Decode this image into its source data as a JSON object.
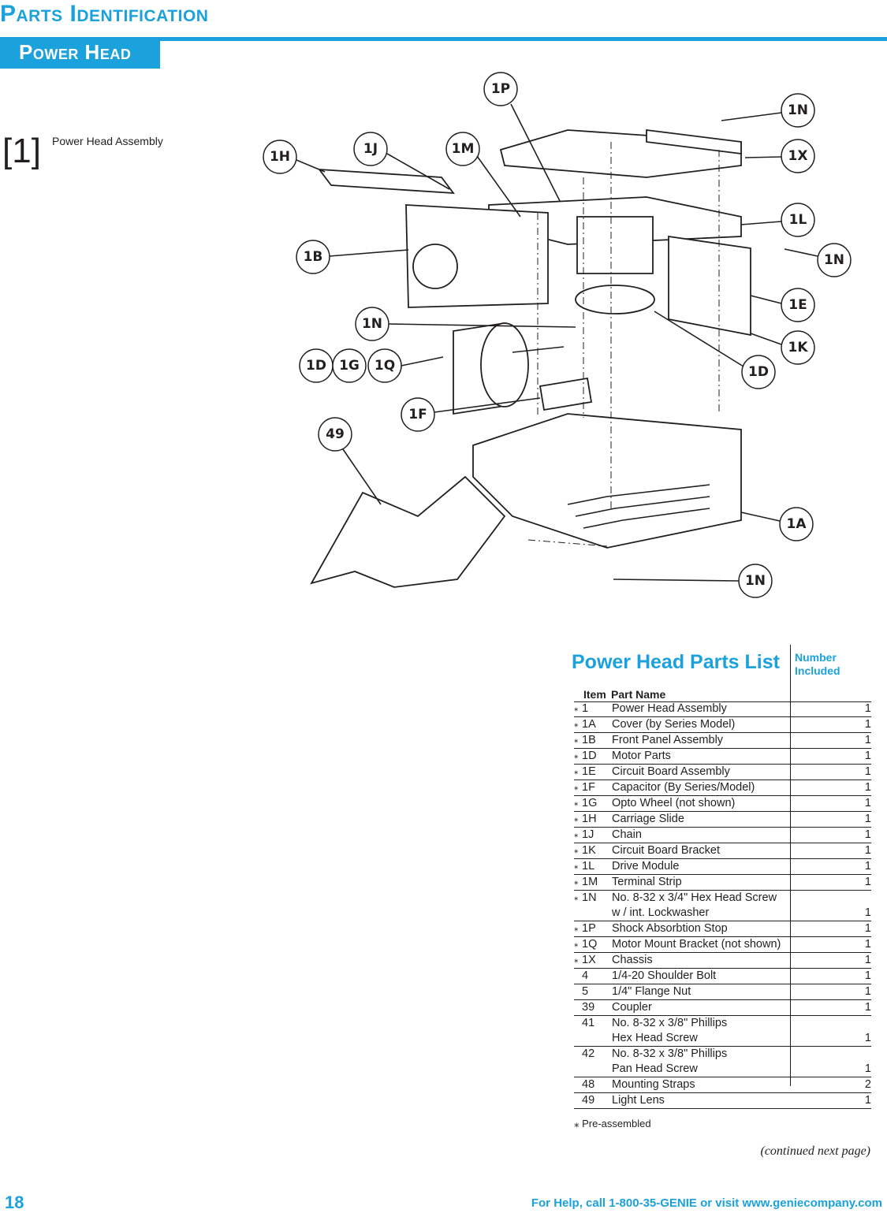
{
  "header": {
    "title": "Parts Identification",
    "section": "Power Head"
  },
  "assembly": {
    "ref": "[1]",
    "label": "Power Head Assembly"
  },
  "callouts": [
    "1P",
    "1N",
    "1X",
    "1H",
    "1J",
    "1M",
    "1L",
    "1B",
    "1N",
    "1E",
    "1N",
    "1K",
    "1D",
    "1G",
    "1Q",
    "1D",
    "1F",
    "49",
    "1A",
    "1N"
  ],
  "parts_list": {
    "title": "Power Head Parts List",
    "number_included_label": [
      "Number",
      "Included"
    ],
    "col_item": "Item",
    "col_part": "Part Name",
    "star_symbol": "⁎",
    "rows": [
      {
        "star": true,
        "item": "1",
        "name": [
          "Power Head Assembly"
        ],
        "qty": "1"
      },
      {
        "star": true,
        "item": "1A",
        "name": [
          "Cover (by Series Model)"
        ],
        "qty": "1"
      },
      {
        "star": true,
        "item": "1B",
        "name": [
          "Front Panel Assembly"
        ],
        "qty": "1"
      },
      {
        "star": true,
        "item": "1D",
        "name": [
          "Motor Parts"
        ],
        "qty": "1"
      },
      {
        "star": true,
        "item": "1E",
        "name": [
          "Circuit Board Assembly"
        ],
        "qty": "1"
      },
      {
        "star": true,
        "item": "1F",
        "name": [
          "Capacitor (By Series/Model)"
        ],
        "qty": "1"
      },
      {
        "star": true,
        "item": "1G",
        "name": [
          "Opto Wheel (not shown)"
        ],
        "qty": "1"
      },
      {
        "star": true,
        "item": "1H",
        "name": [
          "Carriage Slide"
        ],
        "qty": "1"
      },
      {
        "star": true,
        "item": "1J",
        "name": [
          "Chain"
        ],
        "qty": "1"
      },
      {
        "star": true,
        "item": "1K",
        "name": [
          "Circuit Board Bracket"
        ],
        "qty": "1"
      },
      {
        "star": true,
        "item": "1L",
        "name": [
          "Drive  Module"
        ],
        "qty": "1"
      },
      {
        "star": true,
        "item": "1M",
        "name": [
          "Terminal Strip"
        ],
        "qty": "1"
      },
      {
        "star": true,
        "item": "1N",
        "name": [
          "No. 8-32 x 3/4\" Hex Head Screw",
          "w / int. Lockwasher"
        ],
        "qty": "1"
      },
      {
        "star": true,
        "item": "1P",
        "name": [
          "Shock Absorbtion Stop"
        ],
        "qty": "1"
      },
      {
        "star": true,
        "item": "1Q",
        "name": [
          "Motor Mount Bracket (not shown)"
        ],
        "qty": "1"
      },
      {
        "star": true,
        "item": "1X",
        "name": [
          "Chassis"
        ],
        "qty": "1"
      },
      {
        "star": false,
        "item": "4",
        "name": [
          "1/4-20 Shoulder Bolt"
        ],
        "qty": "1"
      },
      {
        "star": false,
        "item": "5",
        "name": [
          "1/4\" Flange Nut"
        ],
        "qty": "1"
      },
      {
        "star": false,
        "item": "39",
        "name": [
          "Coupler"
        ],
        "qty": "1"
      },
      {
        "star": false,
        "item": "41",
        "name": [
          "No. 8-32 x 3/8\" Phillips",
          "Hex Head Screw"
        ],
        "qty": "1"
      },
      {
        "star": false,
        "item": "42",
        "name": [
          "No. 8-32 x 3/8\" Phillips",
          "Pan Head Screw"
        ],
        "qty": "1"
      },
      {
        "star": false,
        "item": "48",
        "name": [
          "Mounting Straps"
        ],
        "qty": "2"
      },
      {
        "star": false,
        "item": "49",
        "name": [
          "Light Lens"
        ],
        "qty": "1"
      }
    ],
    "footnote": "Pre-assembled"
  },
  "continued": "(continued next page)",
  "footer": {
    "page_number": "18",
    "help_text": "For Help, call 1-800-35-GENIE or visit www.geniecompany.com"
  }
}
